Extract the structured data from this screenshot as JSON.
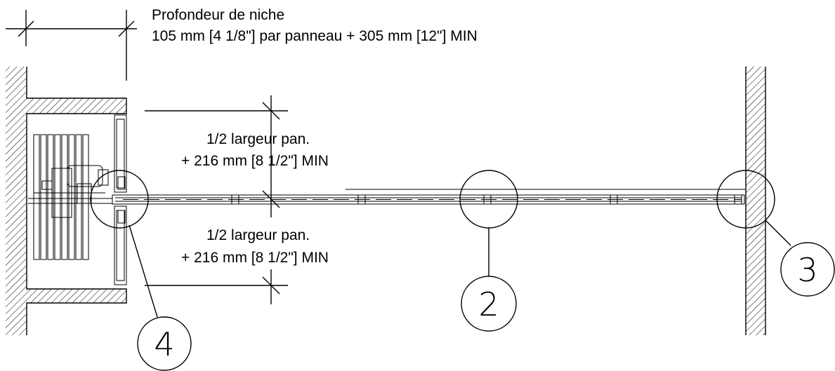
{
  "dimensions": {
    "niche_depth_title": "Profondeur de niche",
    "niche_depth_value": "105 mm [4 1/8\"] par panneau + 305 mm [12\"] MIN",
    "upper_half_width_line1": "1/2 largeur pan.",
    "upper_half_width_line2": "+ 216 mm [8 1/2\"] MIN",
    "lower_half_width_line1": "1/2 largeur pan.",
    "lower_half_width_line2": "+ 216 mm [8 1/2\"] MIN"
  },
  "callouts": [
    {
      "number": "2"
    },
    {
      "number": "3"
    },
    {
      "number": "4"
    }
  ],
  "colors": {
    "line": "#000000",
    "background": "#ffffff"
  }
}
